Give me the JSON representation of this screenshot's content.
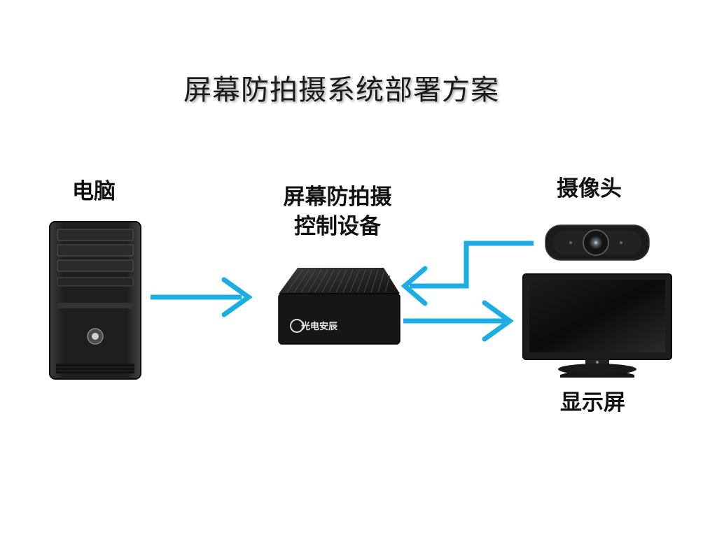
{
  "title": "屏幕防拍摄系统部署方案",
  "nodes": {
    "computer": "电脑",
    "controller_line1": "屏幕防拍摄",
    "controller_line2": "控制设备",
    "camera": "摄像头",
    "monitor": "显示屏",
    "device_brand": "光电安辰"
  },
  "colors": {
    "arrow": "#1aaee5",
    "hardware_dark": "#1b1b1b"
  },
  "icons": [
    "pc-tower-icon",
    "controller-box-icon",
    "webcam-icon",
    "monitor-icon"
  ]
}
